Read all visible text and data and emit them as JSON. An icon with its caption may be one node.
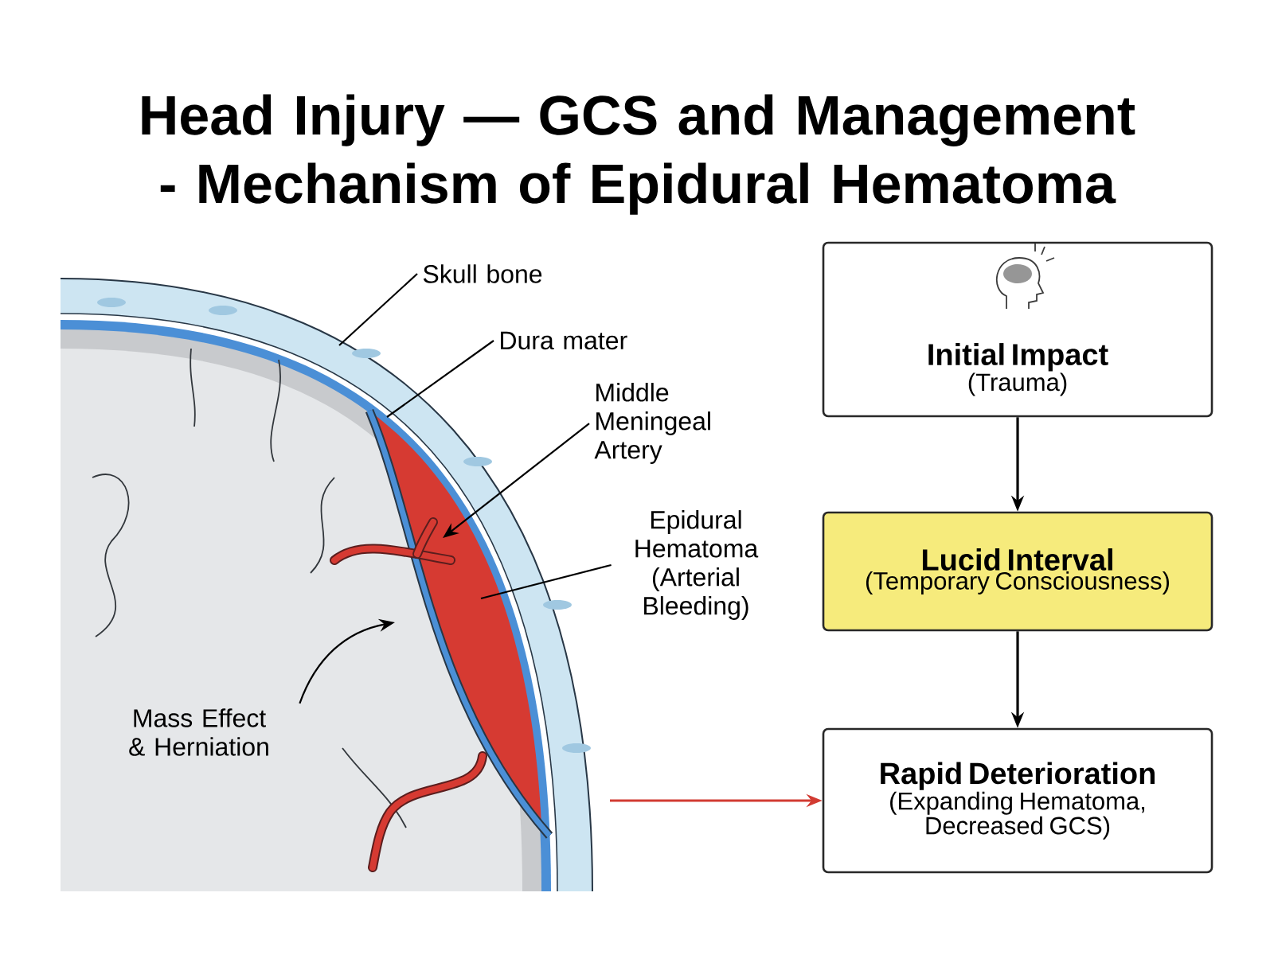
{
  "diagram": {
    "title": "Head Injury — GCS and Management - Mechanism of Epidural Hematoma",
    "nodes": [
      {
        "text": [
          "Initial Impact",
          "(Trauma)"
        ]
      },
      {
        "text": [
          "Lucid Interval",
          "(Temporary Consciousness)"
        ]
      },
      {
        "text": [
          "Rapid Deterioration",
          "(Expanding Hematoma, Decreased GCS)"
        ]
      },
      {
        "text": [
          "Skull bone"
        ]
      },
      {
        "text": [
          "Dura mater"
        ]
      },
      {
        "text": [
          "Middle Meningeal Artery"
        ]
      },
      {
        "text": [
          "Epidural Hematoma (Arterial Bleeding)"
        ]
      },
      {
        "text": [
          "Mass Effect & Herniation"
        ]
      }
    ],
    "edges": [
      {
        "from": 0,
        "to": 1,
        "arrow": "to"
      },
      {
        "from": 1,
        "to": 2,
        "arrow": "to"
      },
      {
        "from": null,
        "to": 2,
        "arrow": "to",
        "color": "#d23b32"
      },
      {
        "from": 3,
        "to": null,
        "arrow": "none"
      },
      {
        "from": 4,
        "to": null,
        "arrow": "none"
      },
      {
        "from": 5,
        "to": null,
        "arrow": "to"
      },
      {
        "from": 6,
        "to": null,
        "arrow": "none"
      },
      {
        "from": 7,
        "to": null,
        "arrow": "to"
      }
    ]
  }
}
